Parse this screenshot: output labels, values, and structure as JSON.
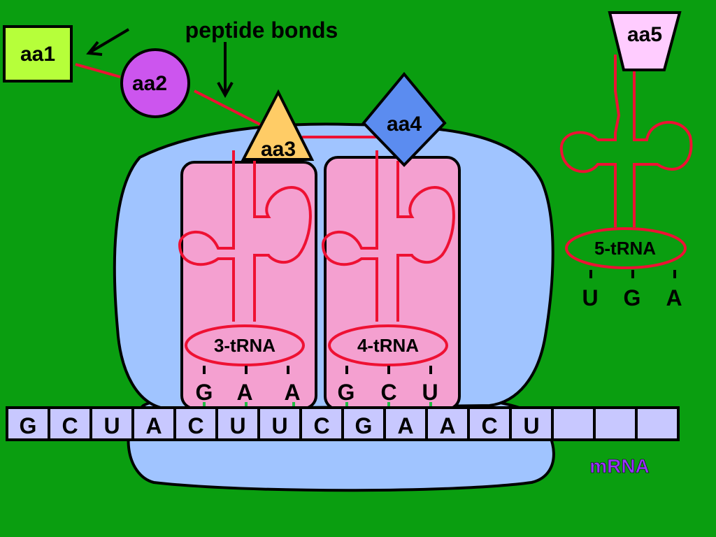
{
  "labels": {
    "peptide_bonds": "peptide bonds",
    "mrna": "mRNA"
  },
  "amino_acids": [
    {
      "label": "aa1",
      "shape": "square",
      "color": "#b6ff3a"
    },
    {
      "label": "aa2",
      "shape": "circle",
      "color": "#cc55ee"
    },
    {
      "label": "aa3",
      "shape": "triangle",
      "color": "#ffcc66"
    },
    {
      "label": "aa4",
      "shape": "diamond",
      "color": "#5b8cf0"
    },
    {
      "label": "aa5",
      "shape": "trapezoid",
      "color": "#ffccff"
    }
  ],
  "trnas": [
    {
      "label": "3-tRNA",
      "anticodon": [
        "G",
        "A",
        "A"
      ]
    },
    {
      "label": "4-tRNA",
      "anticodon": [
        "G",
        "C",
        "U"
      ]
    },
    {
      "label": "5-tRNA",
      "anticodon": [
        "U",
        "G",
        "A"
      ]
    }
  ],
  "mrna_sequence": [
    "G",
    "C",
    "U",
    "A",
    "C",
    "U",
    "U",
    "C",
    "G",
    "A",
    "A",
    "C",
    "U",
    "",
    "",
    ""
  ],
  "colors": {
    "background": "#0a9e10",
    "ribosome": "#a0c4ff",
    "trna_site": "#f4a0d0",
    "trna_line": "#ee1133",
    "mrna_cell": "#c8c8ff",
    "mrna_label": "#9933ff",
    "pairing": "#22bb44"
  }
}
